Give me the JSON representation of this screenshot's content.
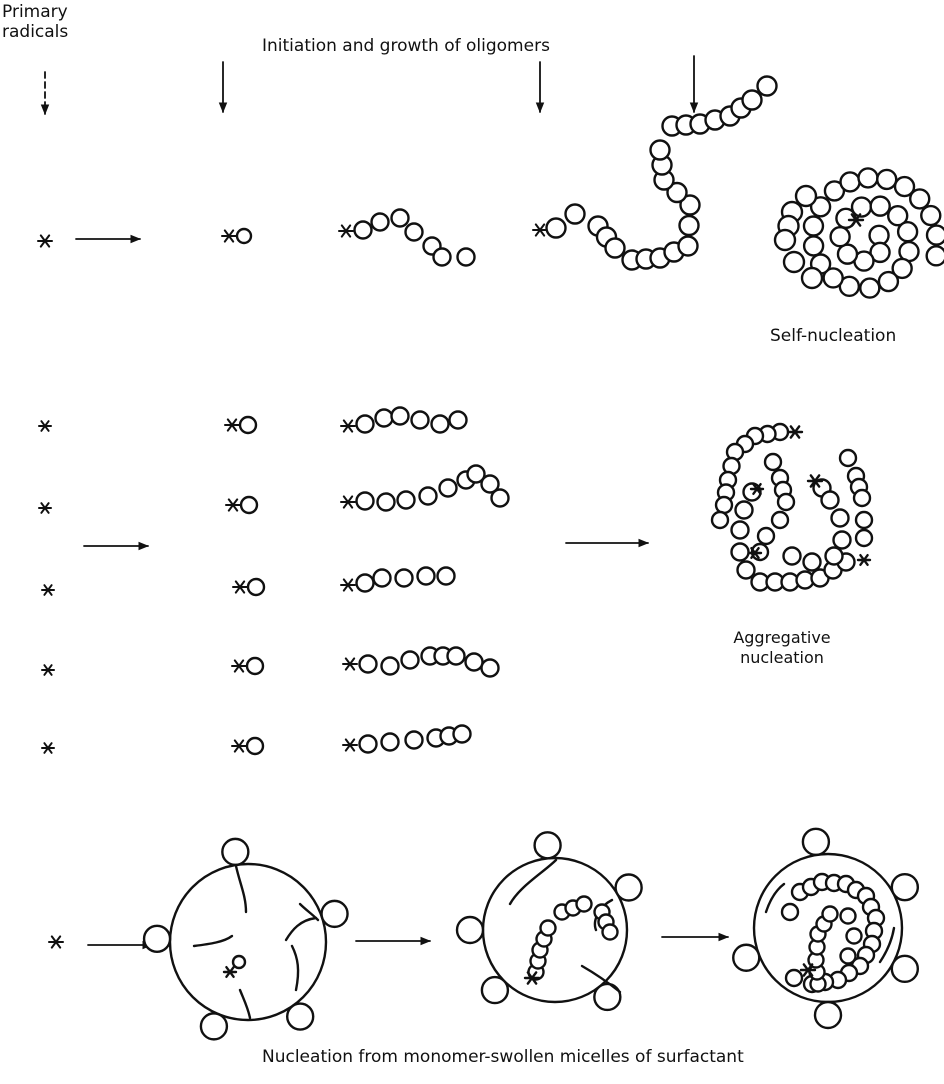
{
  "labels": {
    "primary_radicals_1": "Primary",
    "primary_radicals_2": "radicals",
    "initiation": "Initiation and growth of oligomers",
    "self_nucleation": "Self-nucleation",
    "aggregative_1": "Aggregative",
    "aggregative_2": "nucleation",
    "micellar": "Nucleation from monomer-swollen micelles of surfactant"
  },
  "colors": {
    "ink": "#111111",
    "paper": "#ffffff"
  }
}
